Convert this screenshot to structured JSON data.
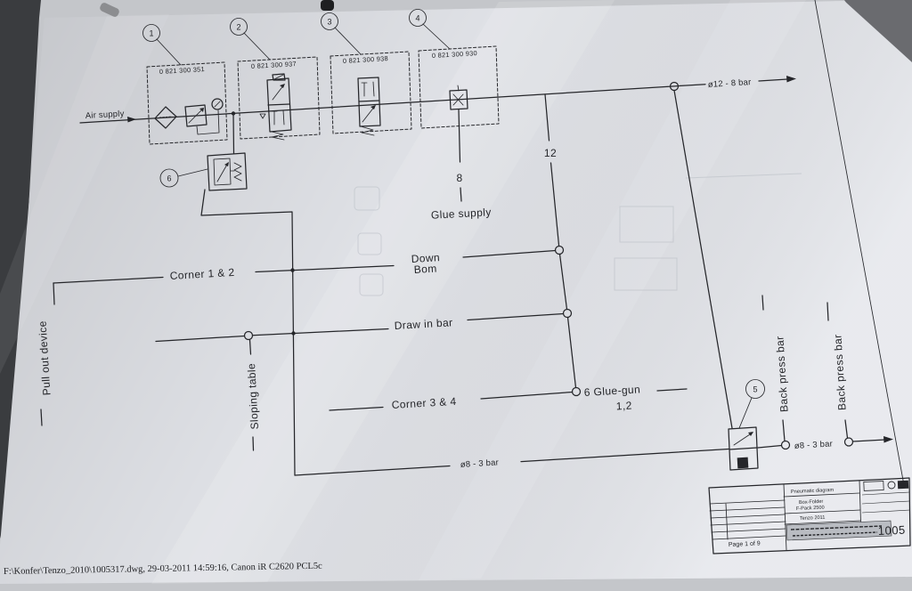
{
  "colors": {
    "ink": "#25262a",
    "paper": "#e4e6eb"
  },
  "callouts": {
    "c1": "1",
    "c2": "2",
    "c3": "3",
    "c4": "4",
    "c5": "5",
    "c6": "6"
  },
  "components": {
    "filter_regulator": {
      "part_no": "0 821 300 351"
    },
    "valve_2": {
      "part_no": "0 821 300 937"
    },
    "valve_3": {
      "part_no": "0 821 300 938"
    },
    "unit_4": {
      "part_no": "0 821 300 930"
    }
  },
  "lines": {
    "air_supply": "Air supply",
    "main_supply": "ø12 - 8 bar",
    "bottom_supply": "ø8 - 3 bar",
    "right_supply": "ø8 - 3 bar",
    "port_12": "12",
    "port_8": "8"
  },
  "outputs": {
    "glue_supply": "Glue supply",
    "down_bom_line1": "Down",
    "down_bom_line2": "Bom",
    "corner_1_2": "Corner 1 & 2",
    "draw_in_bar": "Draw in bar",
    "pull_out_device": "Pull out device",
    "sloping_table": "Sloping table",
    "corner_3_4": "Corner 3 & 4",
    "glue_gun": "6 Glue-gun",
    "glue_gun_units": "1,2",
    "back_press_bar_left": "Back press bar",
    "back_press_bar_right": "Back press bar"
  },
  "title_block": {
    "title": "Pneumatic diagram",
    "machine": "Box-Folder",
    "model": "F-Pack 2500",
    "project": "Tenzo 2011",
    "page": "Page 1 of 9",
    "drawing_no": "1005"
  },
  "print_footer": "F:\\Konfer\\Tenzo_2010\\1005317.dwg, 29-03-2011 14:59:16, Canon iR C2620 PCL5c"
}
